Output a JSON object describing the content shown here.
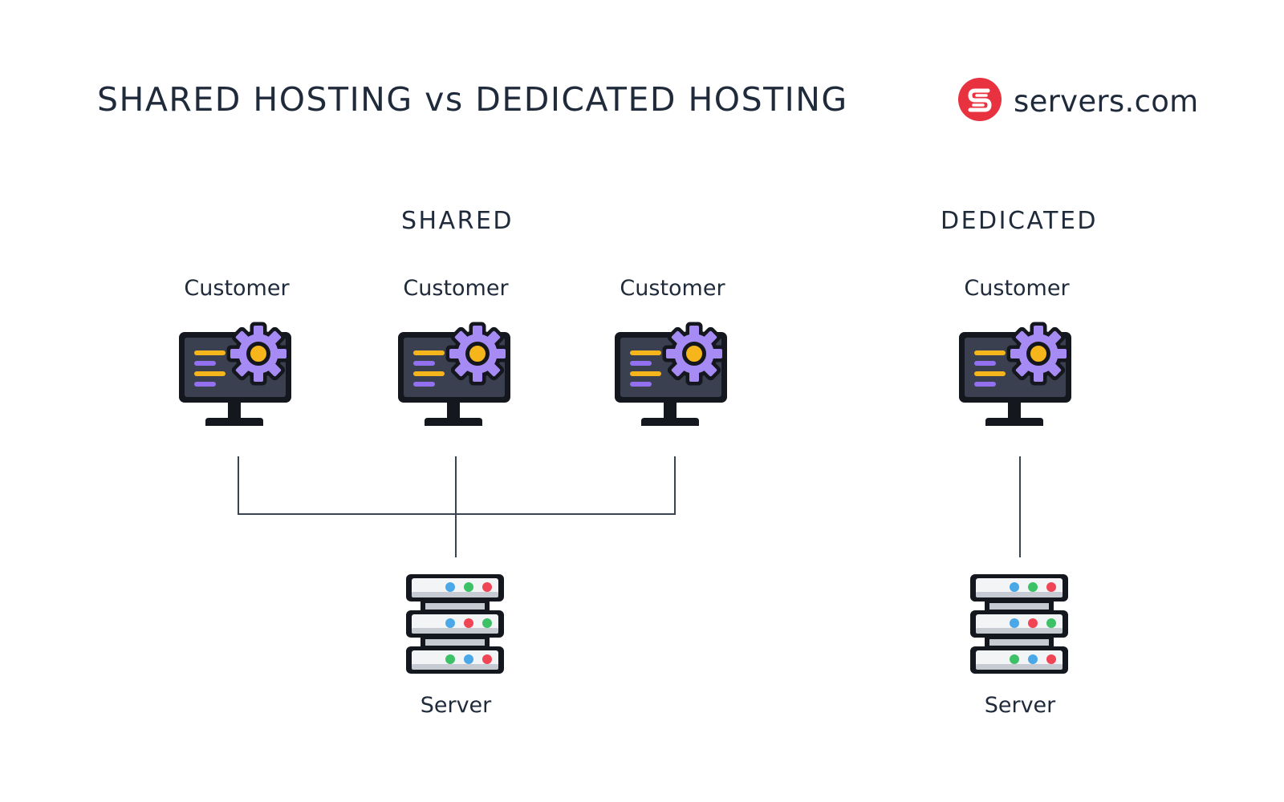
{
  "header": {
    "title": "SHARED HOSTING vs DEDICATED HOSTING",
    "brand": {
      "name": "servers.com",
      "logo_icon": "servers-logo-icon",
      "logo_color": "#e8323f"
    }
  },
  "shared": {
    "heading": "SHARED",
    "customers": [
      {
        "label": "Customer",
        "icon": "monitor-gear-icon"
      },
      {
        "label": "Customer",
        "icon": "monitor-gear-icon"
      },
      {
        "label": "Customer",
        "icon": "monitor-gear-icon"
      }
    ],
    "server": {
      "label": "Server",
      "icon": "server-rack-icon"
    }
  },
  "dedicated": {
    "heading": "DEDICATED",
    "customers": [
      {
        "label": "Customer",
        "icon": "monitor-gear-icon"
      }
    ],
    "server": {
      "label": "Server",
      "icon": "server-rack-icon"
    }
  },
  "colors": {
    "text": "#1f2a3a",
    "monitor_screen": "#3a4050",
    "gear": "#a78bf4",
    "gear_center": "#f7b51c",
    "code_yellow": "#f7b51c",
    "code_purple": "#9370f0",
    "led_blue": "#4aa8e8",
    "led_green": "#3cc166",
    "led_red": "#ef4554",
    "connector": "#3c4350"
  }
}
